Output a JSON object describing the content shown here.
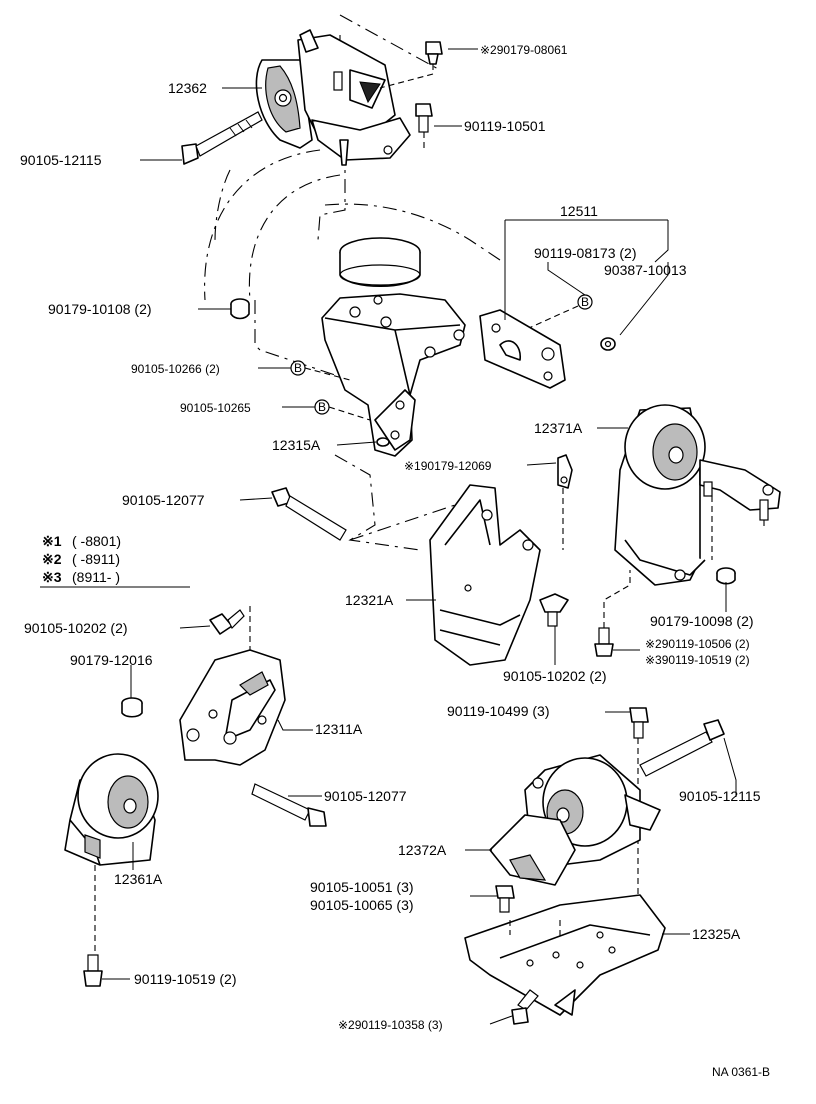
{
  "labels": {
    "l_290179_08061": "※290179-08061",
    "l_12362": "12362",
    "l_90119_10501": "90119-10501",
    "l_90105_12115_a": "90105-12115",
    "l_12511": "12511",
    "l_90119_08173": "90119-08173 (2)",
    "l_90387_10013": "90387-10013",
    "l_90179_10108": "90179-10108 (2)",
    "l_90105_10266": "90105-10266 (2)",
    "l_90105_10265": "90105-10265",
    "l_12315A": "12315A",
    "l_12371A": "12371A",
    "l_190179_12069": "※190179-12069",
    "l_90105_12077_a": "90105-12077",
    "l_12321A": "12321A",
    "l_90105_10202_a": "90105-10202 (2)",
    "l_90179_12016": "90179-12016",
    "l_12311A": "12311A",
    "l_90105_12077_b": "90105-12077",
    "l_90179_10098": "90179-10098 (2)",
    "l_290119_10506": "※290119-10506 (2)",
    "l_390119_10519": "※390119-10519 (2)",
    "l_90105_10202_b": "90105-10202 (2)",
    "l_90119_10499": "90119-10499 (3)",
    "l_90105_12115_b": "90105-12115",
    "l_12361A": "12361A",
    "l_12372A": "12372A",
    "l_90105_10051": "90105-10051 (3)",
    "l_90105_10065": "90105-10065 (3)",
    "l_12325A": "12325A",
    "l_90119_10519": "90119-10519 (2)",
    "l_290119_10358": "※290119-10358 (3)",
    "drawing_no": "NA 0361-B"
  },
  "badge_letter": "B",
  "legend": [
    {
      "mark": "※1",
      "range": "(        -8801)"
    },
    {
      "mark": "※2",
      "range": "(        -8911)"
    },
    {
      "mark": "※3",
      "range": "(8911-        )"
    }
  ]
}
